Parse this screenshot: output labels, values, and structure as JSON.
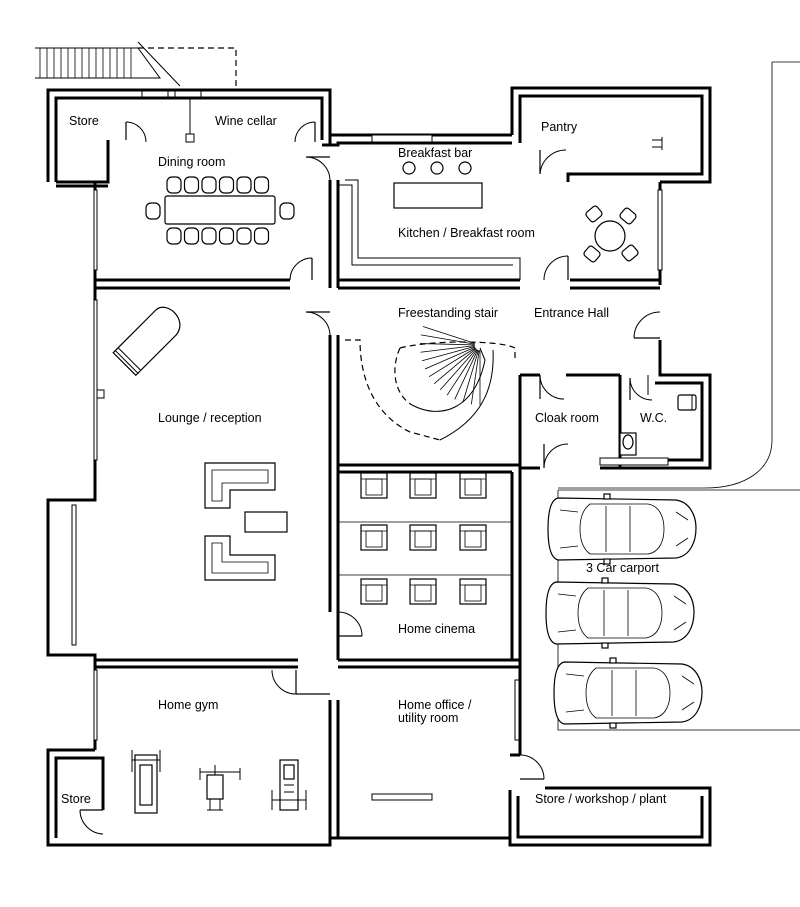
{
  "rooms": {
    "store_top": "Store",
    "wine_cellar": "Wine cellar",
    "dining_room": "Dining room",
    "breakfast_bar": "Breakfast bar",
    "kitchen": "Kitchen / Breakfast room",
    "pantry": "Pantry",
    "freestanding_stair": "Freestanding stair",
    "entrance_hall": "Entrance Hall",
    "lounge": "Lounge / reception",
    "cloak_room": "Cloak room",
    "wc": "W.C.",
    "carport": "3 Car carport",
    "home_cinema": "Home cinema",
    "home_gym": "Home gym",
    "home_office_line1": "Home office /",
    "home_office_line2": "utility room",
    "store_bottom": "Store",
    "store_workshop": "Store / workshop / plant"
  },
  "icons": {
    "door": "door-swing-icon",
    "window": "window-icon",
    "chair": "chair-icon",
    "armchair": "armchair-icon",
    "car": "car-icon",
    "piano": "grand-piano-icon",
    "stair": "spiral-stair-icon",
    "treadmill": "treadmill-icon",
    "weights": "weight-machine-icon"
  }
}
